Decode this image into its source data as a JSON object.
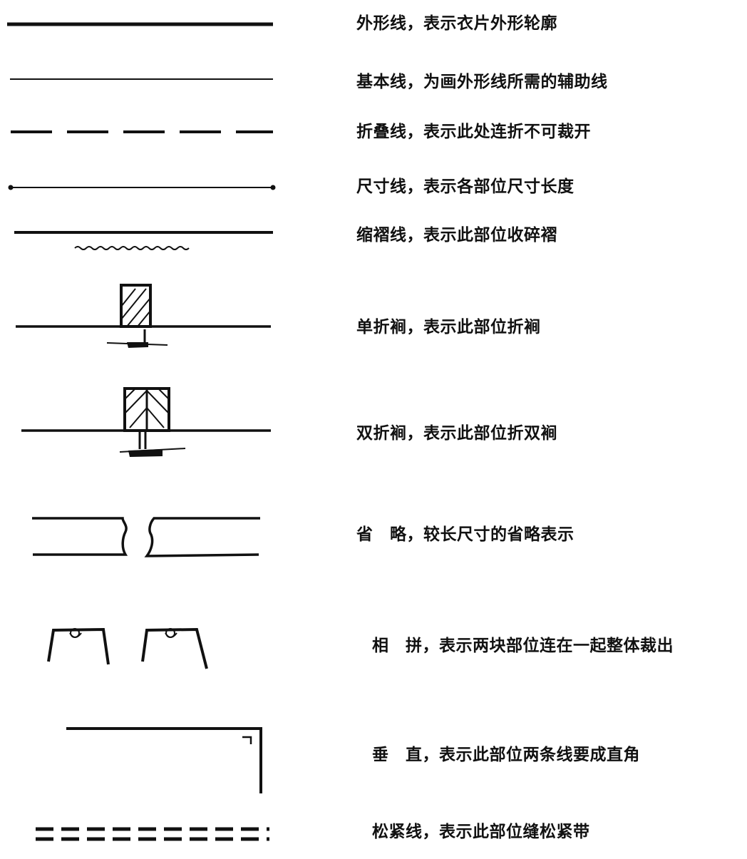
{
  "legend": {
    "rows": [
      {
        "id": "outline",
        "label": "外形线，表示衣片外形轮廓"
      },
      {
        "id": "basic",
        "label": "基本线，为画外形线所需的辅助线"
      },
      {
        "id": "fold",
        "label": "折叠线，表示此处连折不可裁开"
      },
      {
        "id": "dimension",
        "label": "尺寸线，表示各部位尺寸长度"
      },
      {
        "id": "gather",
        "label": "缩褶线，表示此部位收碎褶"
      },
      {
        "id": "single-pleat",
        "label": "单折裥，表示此部位折裥"
      },
      {
        "id": "double-pleat",
        "label": "双折裥，表示此部位折双裥"
      },
      {
        "id": "omission",
        "label": "省　略，较长尺寸的省略表示"
      },
      {
        "id": "joined",
        "label": "相　拼，表示两块部位连在一起整体裁出"
      },
      {
        "id": "perpendicular",
        "label": "垂　直，表示此部位两条线要成直角"
      },
      {
        "id": "elastic",
        "label": "松紧线，表示此部位缝松紧带"
      }
    ]
  }
}
